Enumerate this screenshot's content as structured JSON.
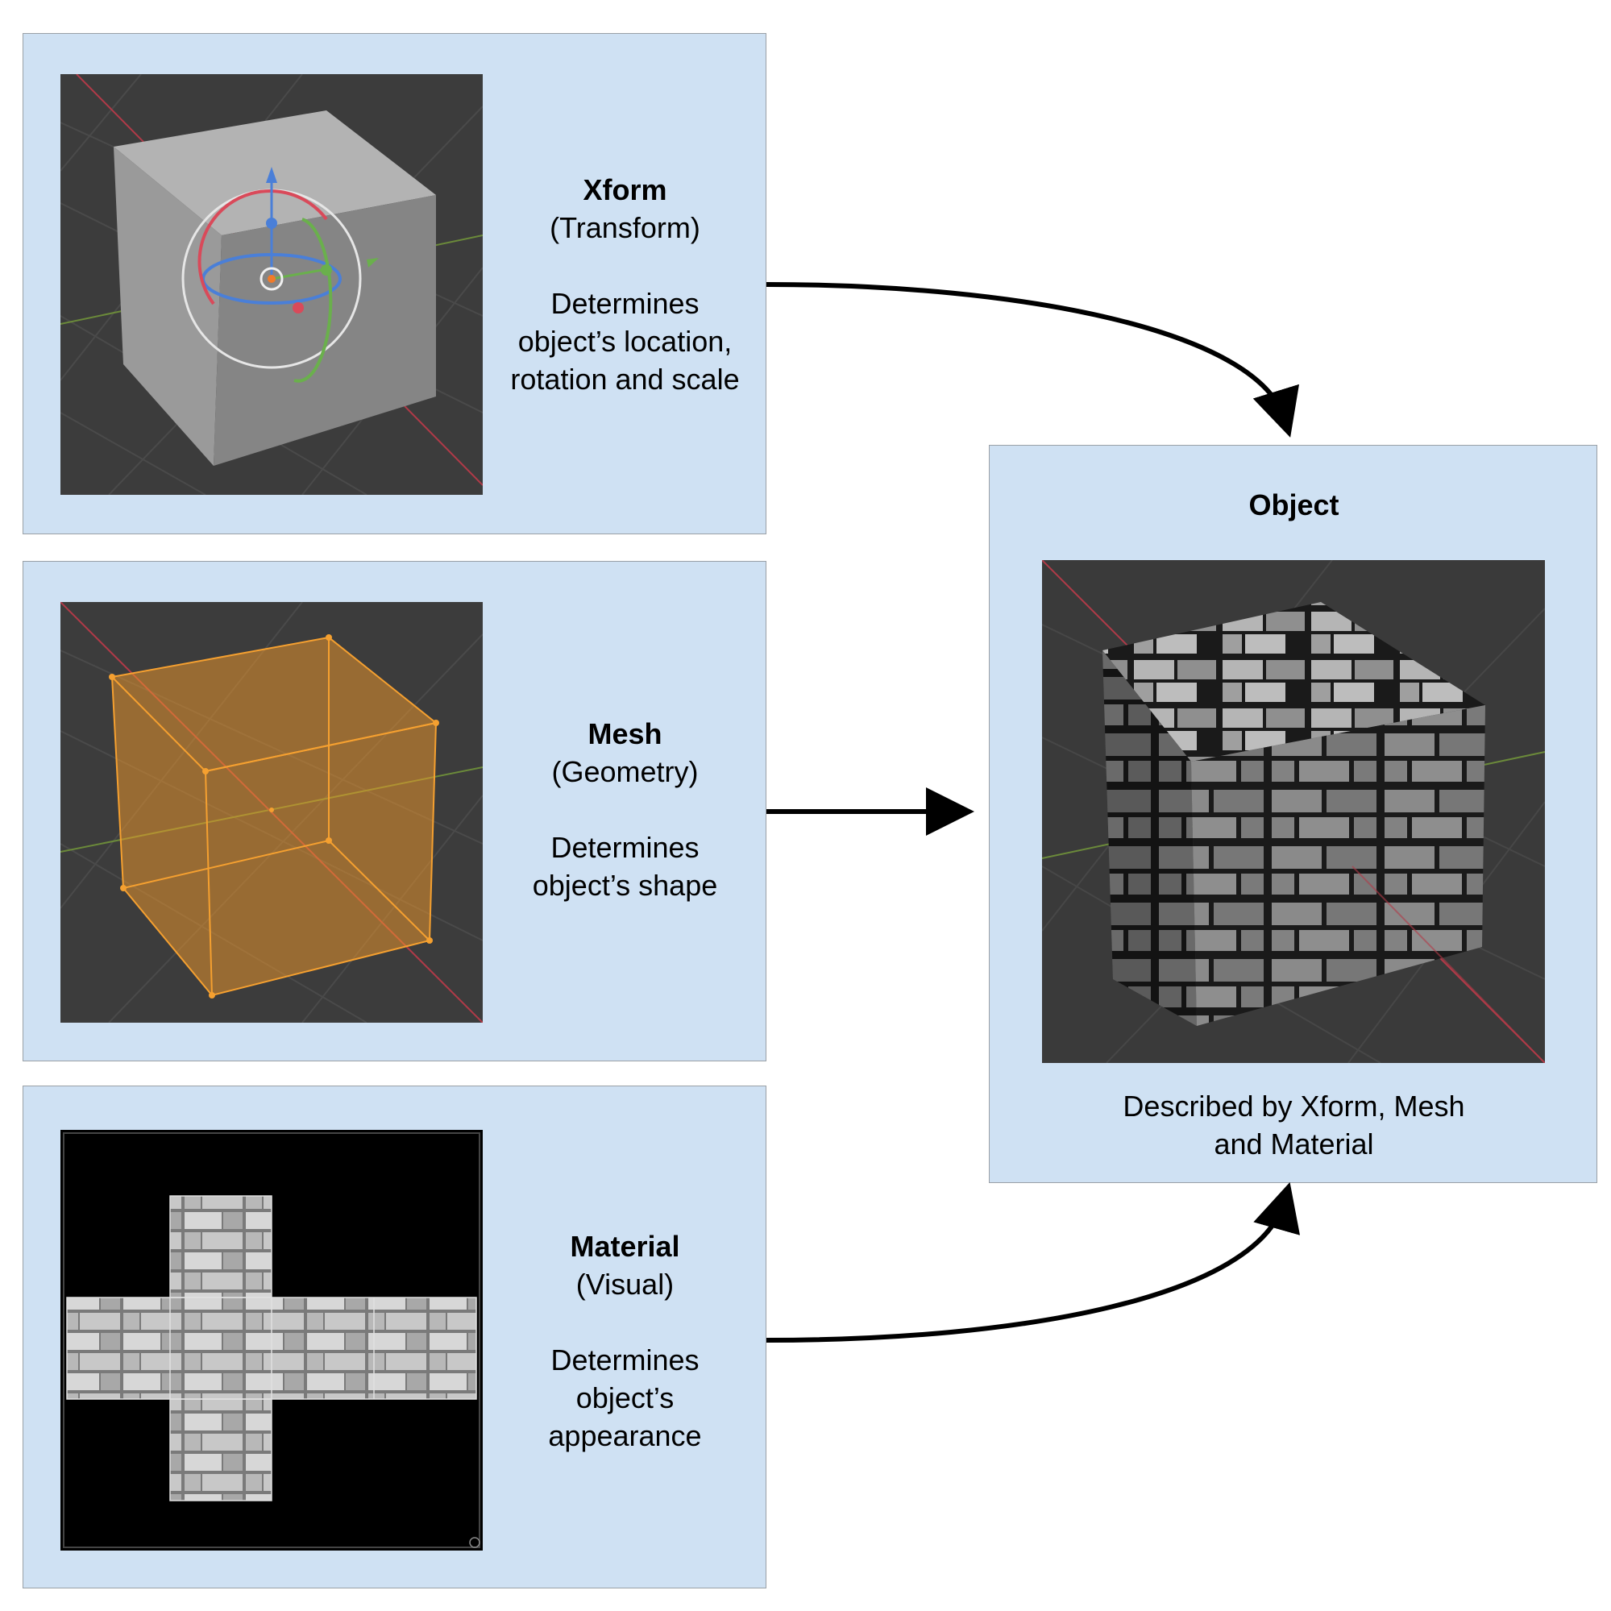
{
  "xform": {
    "title": "Xform",
    "subtitle": "(Transform)",
    "description_lines": [
      "Determines",
      "object’s location,",
      "rotation and scale"
    ],
    "image_icon": "blender-cube-gizmo-viewport"
  },
  "mesh": {
    "title": "Mesh",
    "subtitle": "(Geometry)",
    "description_lines": [
      "Determines",
      "object’s shape"
    ],
    "image_icon": "blender-wireframe-cube-viewport"
  },
  "material": {
    "title": "Material",
    "subtitle": "(Visual)",
    "description_lines": [
      "Determines",
      "object’s",
      "appearance"
    ],
    "image_icon": "brick-texture-uv-cross"
  },
  "object": {
    "title": "Object",
    "description_lines": [
      "Described by Xform, Mesh",
      "and Material"
    ],
    "image_icon": "brick-textured-cube-viewport"
  },
  "colors": {
    "panel_fill": "#cfe1f3",
    "panel_border": "#9aa0a6",
    "viewport_bg": "#3d3d3d",
    "mesh_orange": "#f39a29",
    "arrow": "#000000"
  }
}
